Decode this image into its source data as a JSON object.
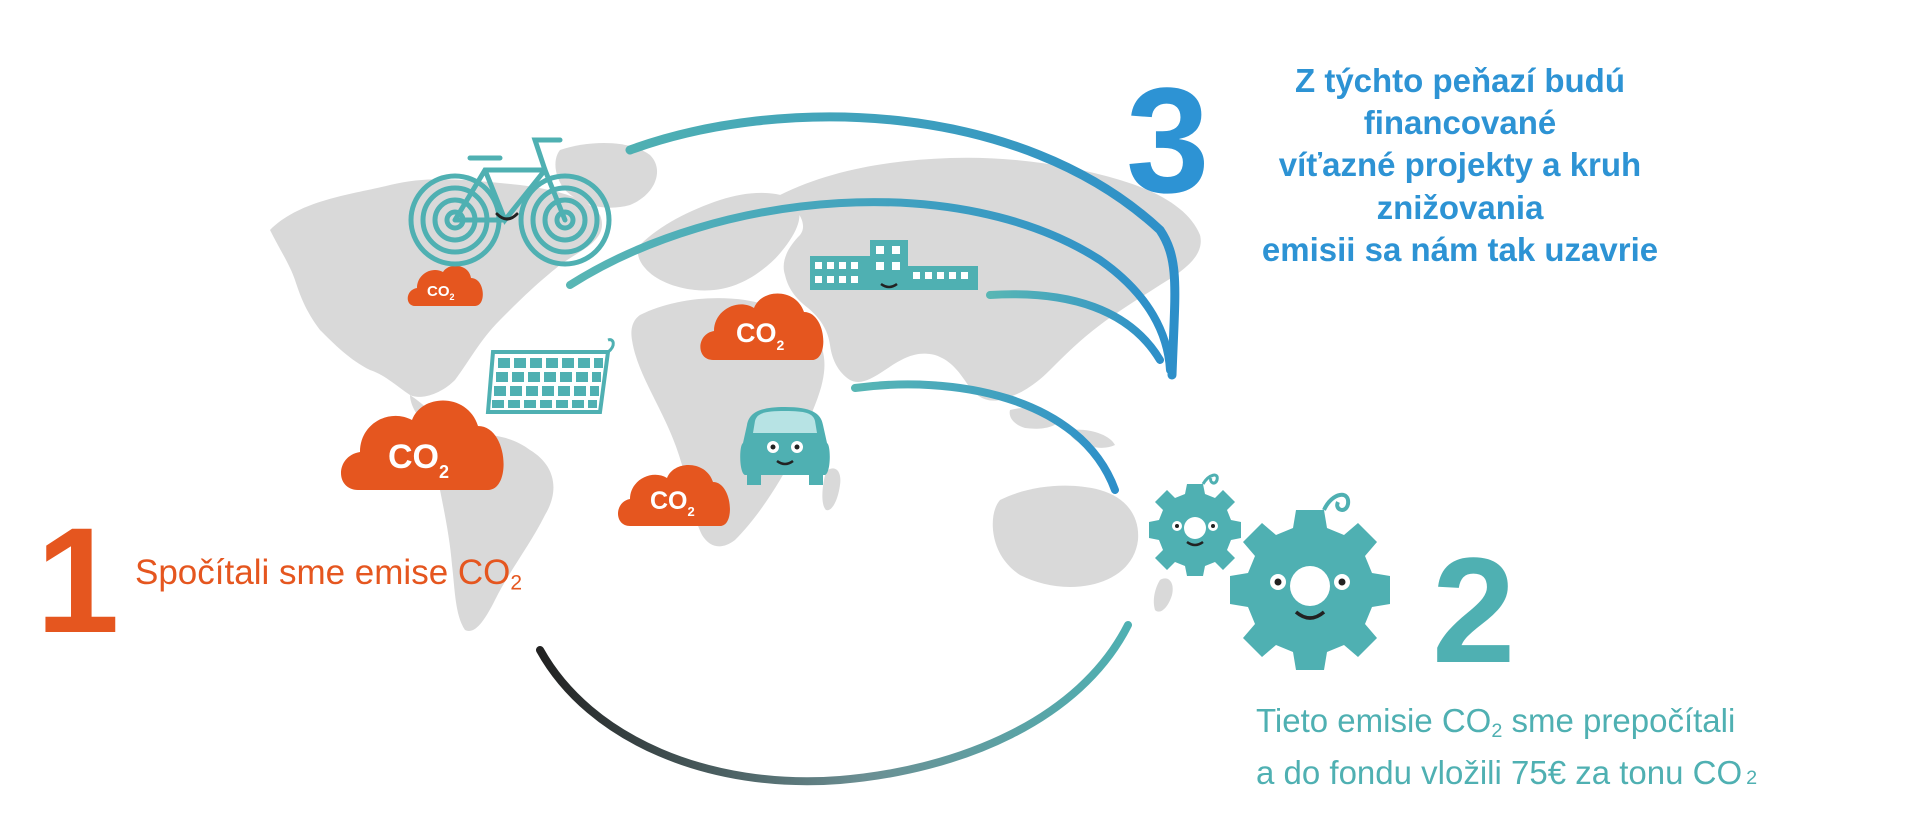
{
  "colors": {
    "orange": "#e5561f",
    "teal": "#4fb0b2",
    "blue": "#2d93d4",
    "map_gray": "#d9d9d9",
    "dark_arc": "#333333"
  },
  "clouds": {
    "label_main": "CO",
    "label_sub": "2"
  },
  "step1": {
    "number": "1",
    "text": "Spočítali sme emise CO",
    "sub": "2"
  },
  "step2": {
    "number": "2",
    "line1_a": "Tieto emisie CO",
    "line1_sub": "2",
    "line1_b": " sme prepočítali",
    "line2_a": "a do fondu vložili 75€ za tonu CO",
    "line2_sub": "2"
  },
  "step3": {
    "number": "3",
    "line1": "Z týchto peňazí budú financované",
    "line2": "víťazné projekty a kruh znižovania",
    "line3": "emisii sa nám tak uzavrie"
  },
  "icons": [
    "bicycle-icon",
    "solar-panel-icon",
    "factory-icon",
    "car-icon",
    "gear-mascot-small-icon",
    "gear-mascot-large-icon"
  ]
}
